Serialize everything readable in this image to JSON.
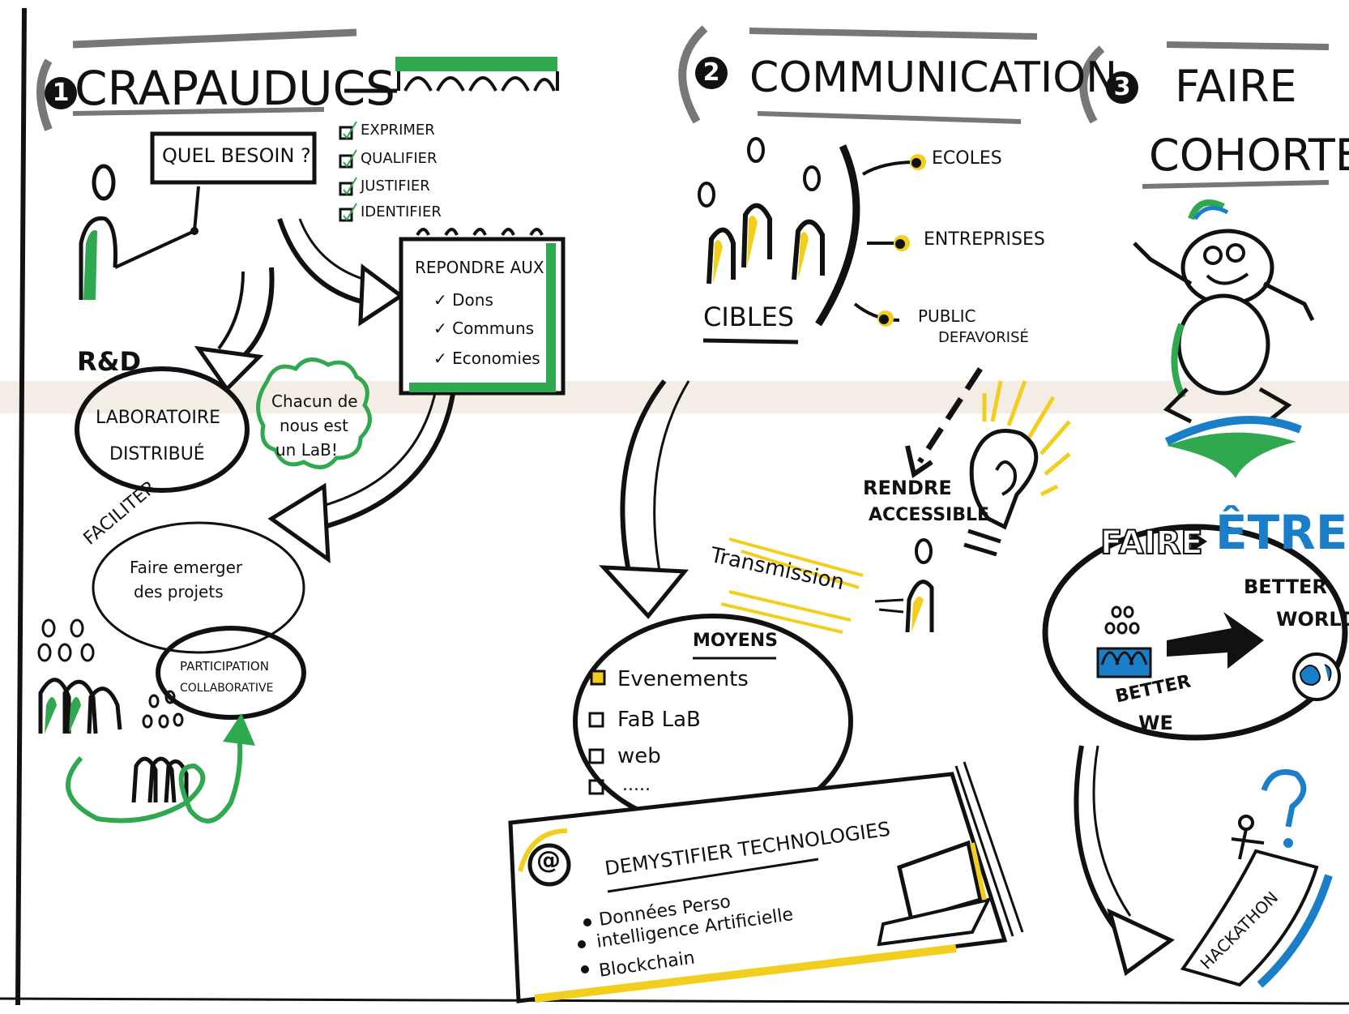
{
  "sections": {
    "s1": {
      "number": "1",
      "title": "CRAPAUDUCS"
    },
    "s2": {
      "number": "2",
      "title": "COMMUNICATION"
    },
    "s3": {
      "number": "3",
      "title_line1": "FAIRE",
      "title_line2": "COHORTE"
    }
  },
  "crapauducs": {
    "need_box": "QUEL BESOIN ?",
    "checklist": [
      "EXPRIMER",
      "QUALIFIER",
      "JUSTIFIER",
      "IDENTIFIER"
    ],
    "notepad": {
      "heading": "REPONDRE AUX",
      "items": [
        "Dons",
        "Communs",
        "Economies"
      ]
    },
    "rd_label": "R&D",
    "lab_line1": "LABORATOIRE",
    "lab_line2": "DISTRIBUÉ",
    "cloud_line1": "Chacun de",
    "cloud_line2": "nous est",
    "cloud_line3": "un LaB!",
    "faciliter": "FACILITER",
    "emerger_line1": "Faire emerger",
    "emerger_line2": "des projets",
    "participation_line1": "PARTICIPATION",
    "participation_line2": "COLLABORATIVE"
  },
  "communication": {
    "cibles": "CIBLES",
    "targets": [
      "ECOLES",
      "ENTREPRISES",
      "PUBLIC"
    ],
    "public_line2": "DEFAVORISÉ",
    "rendre_line1": "RENDRE",
    "rendre_line2": "ACCESSIBLE",
    "transmission": "Transmission",
    "moyens": "MOYENS",
    "moyens_items": [
      "Evenements",
      "FaB LaB",
      "web",
      "....."
    ],
    "demystifier": "DEMYSTIFIER  TECHNOLOGIES",
    "tech_items": [
      "Données Perso",
      "intelligence Artificielle",
      "Blockchain"
    ],
    "at_symbol": "@"
  },
  "cohorte": {
    "faire": "FAIRE",
    "etre": "ÊTRE",
    "better_world_line1": "BETTER",
    "better_world_line2": "WORLD",
    "better_we_line1": "BETTER",
    "better_we_line2": "WE",
    "hackathon": "HACKATHON"
  },
  "colors": {
    "ink": "#111111",
    "green": "#2fa84f",
    "yellow": "#f2cf1f",
    "blue": "#1a7ec9",
    "gray": "#7a7a7a"
  }
}
